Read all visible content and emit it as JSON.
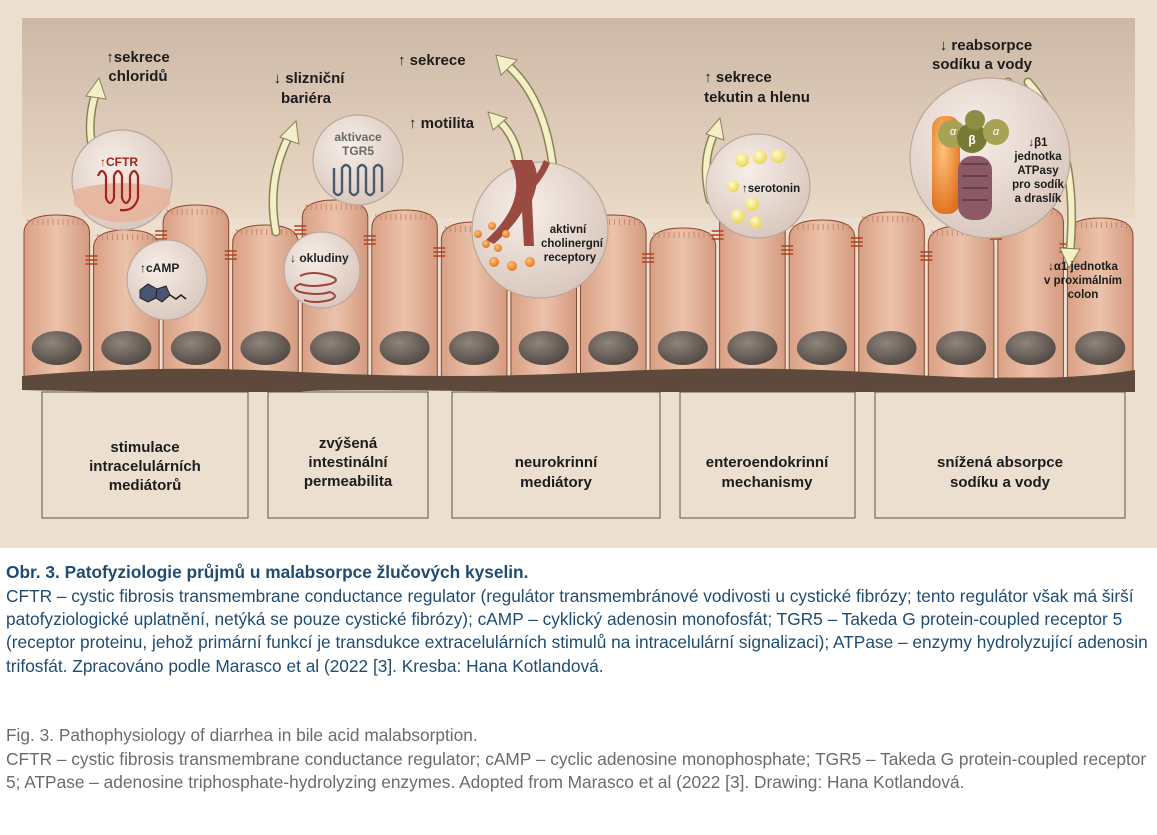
{
  "effects": {
    "chloride_secretion": [
      "↑sekrece",
      "chloridů"
    ],
    "mucosal_barrier": [
      "↓ slizniční",
      "bariéra"
    ],
    "secretion": "↑ sekrece",
    "motility": "↑ motilita",
    "fluid_mucus_secretion": [
      "↑ sekrece",
      "tekutin a hlenu"
    ],
    "sodium_water_reabsorption": [
      "↓ reabsorpce",
      "sodíku a vody"
    ]
  },
  "inset_labels": {
    "cftr": "↑CFTR",
    "camp": "↑cAMP",
    "tgr5": [
      "aktivace",
      "TGR5"
    ],
    "occludins": "↓ okludiny",
    "cholinergic": [
      "aktivní",
      "cholinergní",
      "receptory"
    ],
    "serotonin": "↑serotonin",
    "beta1": [
      "↓β1",
      "jednotka",
      "ATPasy",
      "pro sodík",
      "a draslík"
    ],
    "alpha1": [
      "↓α1 jednotka",
      "v proximálním",
      "colon"
    ],
    "atpase_alpha_left": "α",
    "atpase_beta": "β",
    "atpase_alpha_right": "α"
  },
  "mechanisms": [
    [
      "stimulace",
      "intracelulárních",
      "mediátorů"
    ],
    [
      "zvýšená",
      "intestinální",
      "permeabilita"
    ],
    [
      "neurokrinní",
      "mediátory"
    ],
    [
      "enteroendokrinní",
      "mechanismy"
    ],
    [
      "snížená absorpce",
      "sodíku a vody"
    ]
  ],
  "caption_cz": {
    "title": "Obr. 3. Patofyziologie průjmů u malabsorpce žlučových kyselin.",
    "body": "CFTR – cystic fibrosis transmembrane conductance regulator (regulátor transmembránové vodivosti u cystické fibrózy; tento regulátor však má širší patofyziologické uplatnění, netýká se pouze cystické fibrózy); cAMP – cyklický adenosin monofosfát; TGR5 – Takeda G protein-coupled receptor 5 (receptor proteinu, jehož primární funkcí je transdukce extracelulárních stimulů na intracelulární signalizaci); ATPase – enzymy hydrolyzující adenosin trifosfát. Zpracováno podle Marasco et al (2022 [3]. Kresba: Hana Kotlandová."
  },
  "caption_en": {
    "title": "Fig. 3. Pathophysiology of diarrhea in bile acid malabsorption.",
    "body": "CFTR – cystic fibrosis transmembrane conductance regulator; cAMP – cyclic adenosine monophosphate; TGR5 – Takeda G protein-coupled receptor 5; ATPase – adenosine triphosphate-hydrolyzing enzymes. Adopted from Marasco et al (2022 [3]. Drawing: Hana Kotlandová."
  },
  "colors": {
    "background": "#ecdfd0",
    "lumen": "#dccbb8",
    "cell_fill": "#e6b79f",
    "cell_stroke": "#8a4a30",
    "nucleus": "#6f645d",
    "inset_fill": "#f0e4dc",
    "arrow_fill": "#f5efc7",
    "arrow_stroke": "#8a8356",
    "caption_blue": "#1f4c72",
    "caption_gray": "#6b6b6b"
  }
}
